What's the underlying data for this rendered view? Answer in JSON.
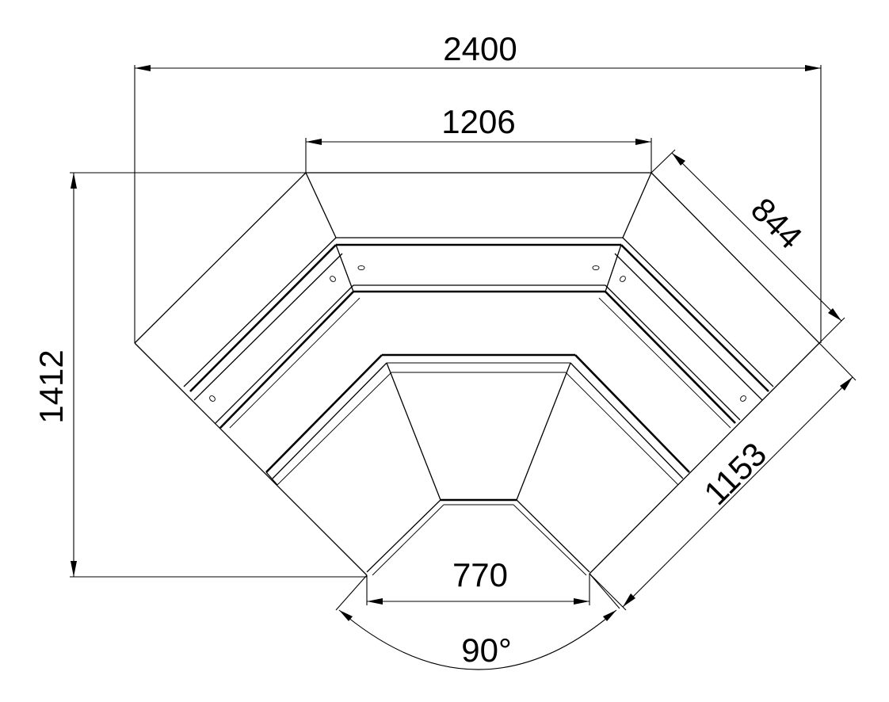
{
  "dimensions": {
    "overall_width": "2400",
    "top_width": "1206",
    "side_depth": "844",
    "overall_height": "1412",
    "outer_side": "1153",
    "front_width": "770",
    "angle": "90°"
  },
  "colors": {
    "line": "#000000",
    "background": "#ffffff"
  }
}
